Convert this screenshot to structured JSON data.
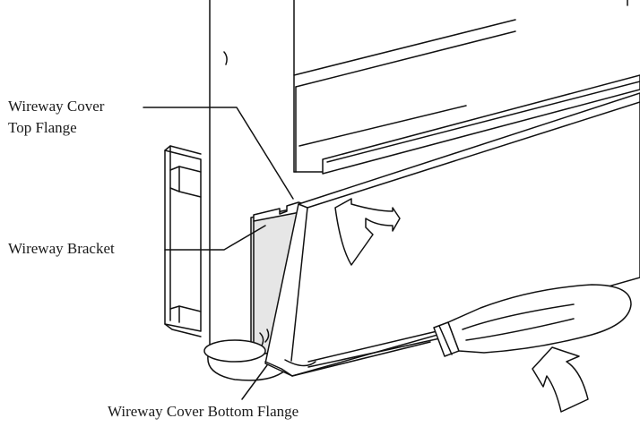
{
  "labels": {
    "top_flange_line1": "Wireway Cover",
    "top_flange_line2": "Top Flange",
    "bracket": "Wireway Bracket",
    "bottom_flange": "Wireway Cover Bottom Flange"
  },
  "colors": {
    "line": "#111111",
    "bracket_fill": "#e6e6e6",
    "background": "#ffffff"
  },
  "icons": [
    "rotation-arrow-icon",
    "rotation-arrow-icon",
    "screwdriver-icon"
  ]
}
